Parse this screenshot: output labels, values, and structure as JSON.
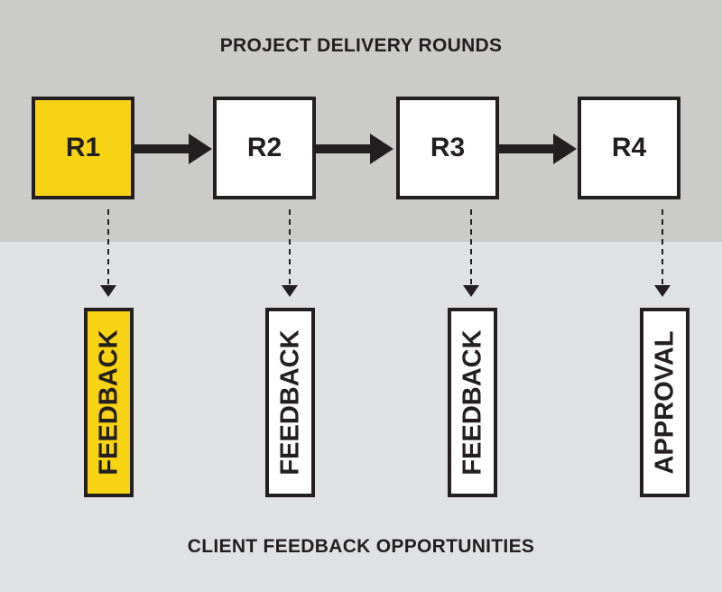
{
  "title": "PROJECT DELIVERY ROUNDS",
  "footer": "CLIENT FEEDBACK OPPORTUNITIES",
  "colors": {
    "highlight": "#f8d314",
    "ink": "#231f20",
    "top_band": "#cbcbca",
    "bottom_band": "#e0e1e2"
  },
  "rounds": [
    {
      "label": "R1",
      "highlighted": true
    },
    {
      "label": "R2",
      "highlighted": false
    },
    {
      "label": "R3",
      "highlighted": false
    },
    {
      "label": "R4",
      "highlighted": false
    }
  ],
  "outcomes": [
    {
      "label": "FEEDBACK",
      "highlighted": true
    },
    {
      "label": "FEEDBACK",
      "highlighted": false
    },
    {
      "label": "FEEDBACK",
      "highlighted": false
    },
    {
      "label": "APPROVAL",
      "highlighted": false
    }
  ]
}
